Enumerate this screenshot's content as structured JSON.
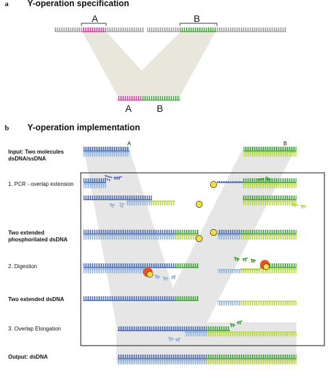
{
  "panel_a": {
    "letter": "a",
    "title": "Y-operation specification",
    "label_left": "A",
    "label_right": "B",
    "result_left": "A",
    "result_right": "B"
  },
  "panel_b": {
    "letter": "b",
    "title": "Y-operation implementation",
    "column_left": "A",
    "column_right": "B",
    "steps": [
      [
        "Input: Two molecules",
        "dsDNA/ssDNA"
      ],
      [
        "1. PCR - overlap extension"
      ],
      [
        "Two extended",
        "phosphorilated dsDNA"
      ],
      [
        "2. Digestion"
      ],
      [
        "Two extended dsDNA"
      ],
      [
        "3. Overlap Elongation"
      ],
      [
        "Output: dsDNA"
      ]
    ]
  },
  "colors": {
    "gray_strand": "#9a9a9a",
    "magenta": "#d6339a",
    "green_a": "#3fa03a",
    "dark_blue": "#4a68b3",
    "light_blue": "#8bb0dc",
    "lime": "#b6d640",
    "funnel": "#e9e7dc",
    "shade": "#e6e6e6",
    "primer_yellow": "#f4e23a",
    "enzyme_red": "#e8541f"
  }
}
